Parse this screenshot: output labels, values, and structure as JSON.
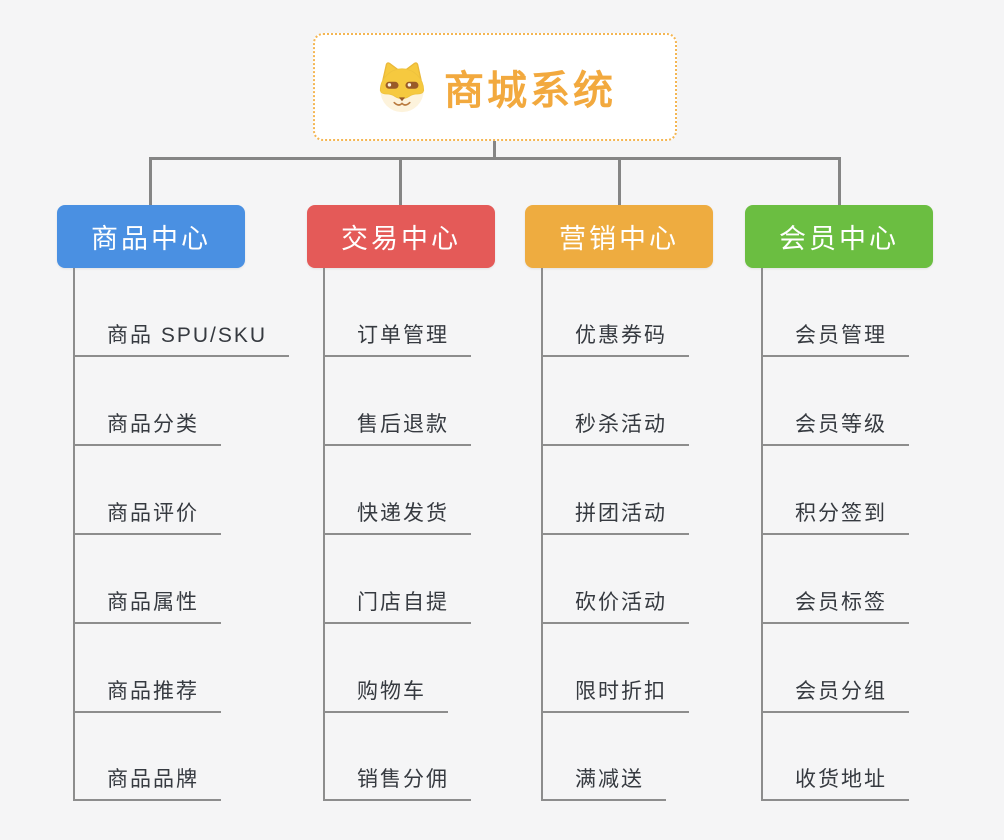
{
  "root": {
    "title": "商城系统",
    "icon": "shiba-dog-icon"
  },
  "branches": [
    {
      "label": "商品中心",
      "color": "#4a90e2",
      "children": [
        "商品 SPU/SKU",
        "商品分类",
        "商品评价",
        "商品属性",
        "商品推荐",
        "商品品牌"
      ]
    },
    {
      "label": "交易中心",
      "color": "#e45a58",
      "children": [
        "订单管理",
        "售后退款",
        "快递发货",
        "门店自提",
        "购物车",
        "销售分佣"
      ]
    },
    {
      "label": "营销中心",
      "color": "#eeac40",
      "children": [
        "优惠券码",
        "秒杀活动",
        "拼团活动",
        "砍价活动",
        "限时折扣",
        "满减送"
      ]
    },
    {
      "label": "会员中心",
      "color": "#6bbe41",
      "children": [
        "会员管理",
        "会员等级",
        "积分签到",
        "会员标签",
        "会员分组",
        "收货地址"
      ]
    }
  ],
  "colors": {
    "background": "#f5f5f6",
    "connector": "#858585",
    "subtopic_underline": "#8d8d8d",
    "subtopic_text": "#363a40",
    "root_border": "#f4b653",
    "root_text": "#f2a93e"
  }
}
